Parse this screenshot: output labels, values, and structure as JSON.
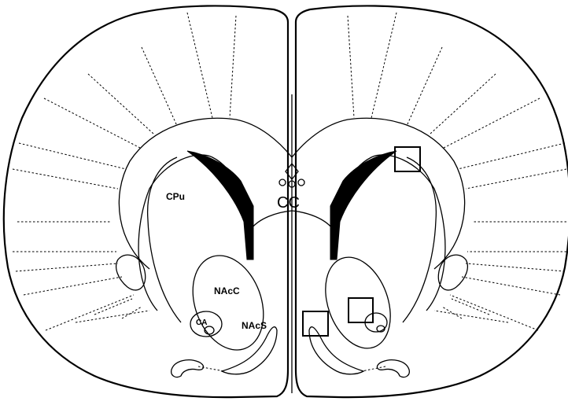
{
  "labels": {
    "cpu": "CPu",
    "cc": "CC",
    "nacc": "NAcC",
    "ca": "CA",
    "nacs": "NAcS"
  },
  "colors": {
    "line": "#000000",
    "background": "#ffffff"
  },
  "roi_boxes_count": 3
}
